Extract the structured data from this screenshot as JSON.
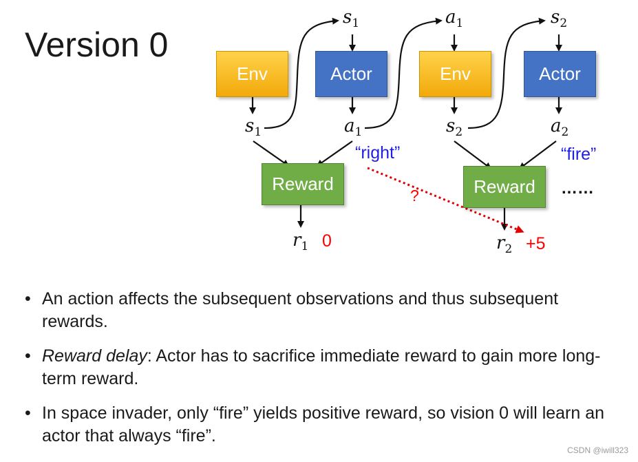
{
  "title": "Version 0",
  "diagram": {
    "boxes": {
      "env1": "Env",
      "actor1": "Actor",
      "env2": "Env",
      "actor2": "Actor",
      "reward1": "Reward",
      "reward2": "Reward"
    },
    "variables": {
      "s1_top": {
        "sym": "s",
        "sub": "1"
      },
      "a1_top": {
        "sym": "a",
        "sub": "1"
      },
      "s2_top": {
        "sym": "s",
        "sub": "2"
      },
      "s1_bottom": {
        "sym": "s",
        "sub": "1"
      },
      "a1_bottom": {
        "sym": "a",
        "sub": "1"
      },
      "s2_bottom": {
        "sym": "s",
        "sub": "2"
      },
      "a2_bottom": {
        "sym": "a",
        "sub": "2"
      },
      "r1": {
        "sym": "r",
        "sub": "1"
      },
      "r2": {
        "sym": "r",
        "sub": "2"
      }
    },
    "action_labels": {
      "a1": "“right”",
      "a2": "“fire”"
    },
    "reward_values": {
      "r1": "0",
      "r2": "+5"
    },
    "question_mark": "?",
    "ellipsis": "……",
    "colors": {
      "env": "#f5b619",
      "actor": "#4472c4",
      "reward": "#70ad47",
      "action_label": "#1f1fdf",
      "reward_value": "#ff0000",
      "dotted_arrow": "#e00000"
    }
  },
  "bullets": [
    {
      "text": "An action affects the subsequent observations and thus subsequent rewards."
    },
    {
      "emphasis": "Reward delay",
      "text": ":  Actor has to sacrifice immediate reward to gain more long-term reward."
    },
    {
      "text": "In space invader, only “fire” yields positive reward, so vision 0 will learn an actor that always “fire”."
    }
  ],
  "watermark": "CSDN @iwill323"
}
